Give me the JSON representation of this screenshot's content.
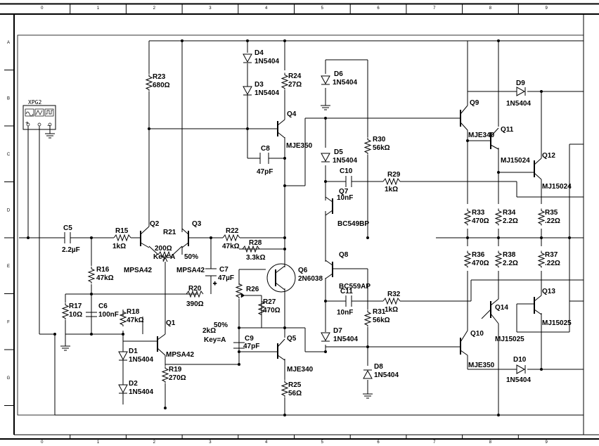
{
  "sheet": {
    "columns": [
      "0",
      "1",
      "2",
      "3",
      "4",
      "5",
      "6",
      "7",
      "8",
      "9"
    ],
    "rows": [
      "A",
      "B",
      "C",
      "D",
      "E",
      "F",
      "G"
    ]
  },
  "instrument": {
    "name": "XPG2"
  },
  "components": {
    "C5": {
      "ref": "C5",
      "value": "2.2µF"
    },
    "R15": {
      "ref": "R15",
      "value": "1kΩ"
    },
    "Q2": {
      "ref": "Q2",
      "value": "MPSA42"
    },
    "R21": {
      "ref": "R21",
      "value": "200Ω",
      "key": "Key=A",
      "pct": "50%"
    },
    "Q3": {
      "ref": "Q3",
      "value": "MPSA42"
    },
    "R22": {
      "ref": "R22",
      "value": "47kΩ"
    },
    "R23": {
      "ref": "R23",
      "value": "680Ω"
    },
    "D4": {
      "ref": "D4",
      "value": "1N5404"
    },
    "D3": {
      "ref": "D3",
      "value": "1N5404"
    },
    "R24": {
      "ref": "R24",
      "value": "27Ω"
    },
    "Q4": {
      "ref": "Q4",
      "value": "MJE350"
    },
    "C8": {
      "ref": "C8",
      "value": "47pF"
    },
    "D6": {
      "ref": "D6",
      "value": "1N5404"
    },
    "D5": {
      "ref": "D5",
      "value": "1N5404"
    },
    "R30": {
      "ref": "R30",
      "value": "56kΩ"
    },
    "C10": {
      "ref": "C10",
      "value": "10nF"
    },
    "R29": {
      "ref": "R29",
      "value": "1kΩ"
    },
    "Q7": {
      "ref": "Q7",
      "value": "BC549BP"
    },
    "Q9": {
      "ref": "Q9",
      "value": "MJE340"
    },
    "D9": {
      "ref": "D9",
      "value": "1N5404"
    },
    "Q11": {
      "ref": "Q11",
      "value": "MJ15024"
    },
    "Q12": {
      "ref": "Q12",
      "value": "MJ15024"
    },
    "R33": {
      "ref": "R33",
      "value": "470Ω"
    },
    "R34": {
      "ref": "R34",
      "value": "2.2Ω"
    },
    "R35": {
      "ref": "R35",
      "value": ".22Ω"
    },
    "R28": {
      "ref": "R28",
      "value": "3.3kΩ"
    },
    "Q6": {
      "ref": "Q6",
      "value": "2N6038"
    },
    "Q8": {
      "ref": "Q8",
      "value": "BC559AP"
    },
    "R36": {
      "ref": "R36",
      "value": "470Ω"
    },
    "R38": {
      "ref": "R38",
      "value": "2.2Ω"
    },
    "R37": {
      "ref": "R37",
      "value": ".22Ω"
    },
    "R16": {
      "ref": "R16",
      "value": "47kΩ"
    },
    "C7": {
      "ref": "C7",
      "value": "47µF"
    },
    "R20": {
      "ref": "R20",
      "value": "390Ω"
    },
    "R26": {
      "ref": "R26",
      "value": "2kΩ",
      "key": "Key=A",
      "pct": "50%"
    },
    "R27": {
      "ref": "R27",
      "value": "470Ω"
    },
    "C11": {
      "ref": "C11",
      "value": "10nF"
    },
    "R32": {
      "ref": "R32",
      "value": "1kΩ"
    },
    "R31": {
      "ref": "R31",
      "value": "56kΩ"
    },
    "Q13": {
      "ref": "Q13",
      "value": "MJ15025"
    },
    "Q14": {
      "ref": "Q14",
      "value": "MJ15025"
    },
    "R17": {
      "ref": "R17",
      "value": "10Ω"
    },
    "C6": {
      "ref": "C6",
      "value": "100nF"
    },
    "R18": {
      "ref": "R18",
      "value": "47kΩ"
    },
    "Q1": {
      "ref": "Q1",
      "value": "MPSA42"
    },
    "C9": {
      "ref": "C9",
      "value": "47pF"
    },
    "Q5": {
      "ref": "Q5",
      "value": "MJE340"
    },
    "D7": {
      "ref": "D7",
      "value": "1N5404"
    },
    "Q10": {
      "ref": "Q10",
      "value": "MJE350"
    },
    "D10": {
      "ref": "D10",
      "value": "1N5404"
    },
    "D1": {
      "ref": "D1",
      "value": "1N5404"
    },
    "R19": {
      "ref": "R19",
      "value": "270Ω"
    },
    "D8": {
      "ref": "D8",
      "value": "1N5404"
    },
    "D2": {
      "ref": "D2",
      "value": "1N5404"
    },
    "R25": {
      "ref": "R25",
      "value": "56Ω"
    }
  }
}
